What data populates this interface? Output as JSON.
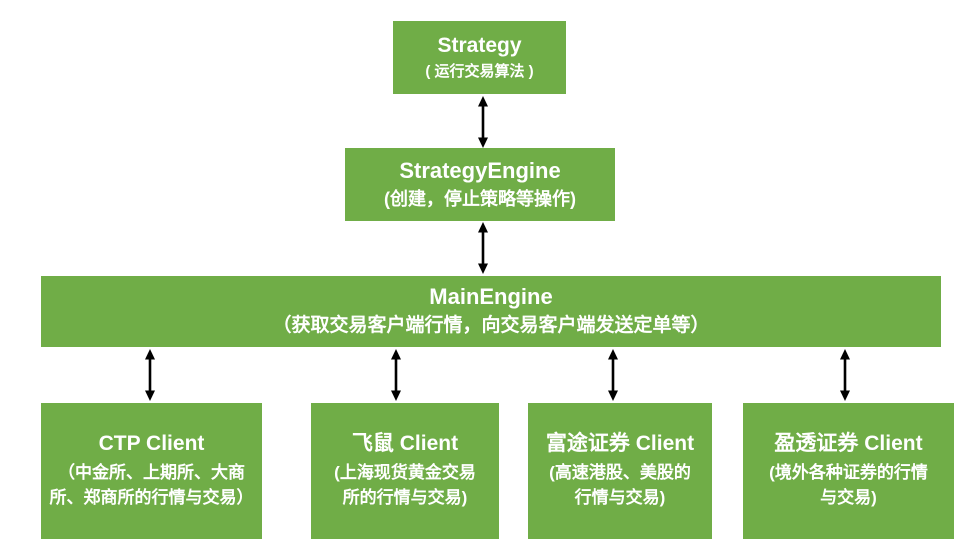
{
  "colors": {
    "box_fill": "#70AD47",
    "text": "#FFFFFF",
    "arrow": "#000000",
    "background": "#FFFFFF"
  },
  "nodes": {
    "strategy": {
      "title": "Strategy",
      "subtitle": "( 运行交易算法 )"
    },
    "strategy_engine": {
      "title": "StrategyEngine",
      "subtitle": "(创建，停止策略等操作)"
    },
    "main_engine": {
      "title": "MainEngine",
      "subtitle": "（获取交易客户端行情，向交易客户端发送定单等）"
    },
    "ctp_client": {
      "title": "CTP Client",
      "subtitle": "（中金所、上期所、大商\n所、郑商所的行情与交易）"
    },
    "feishu_client": {
      "title": "飞鼠 Client",
      "subtitle": "(上海现货黄金交易\n所的行情与交易)"
    },
    "futu_client": {
      "title": "富途证券 Client",
      "subtitle": "(高速港股、美股的\n行情与交易)"
    },
    "yingtou_client": {
      "title": "盈透证券 Client",
      "subtitle": "(境外各种证券的行情\n与交易)"
    }
  }
}
